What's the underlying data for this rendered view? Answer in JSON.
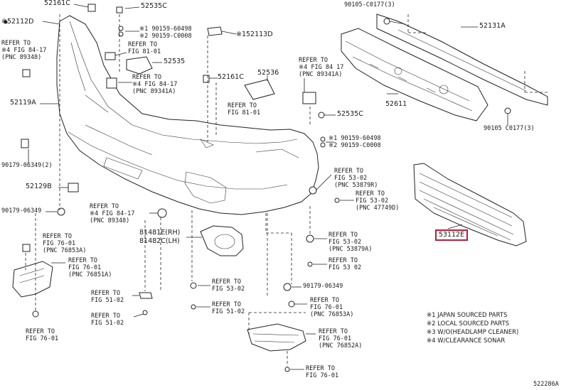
{
  "labels": {
    "p52161c_top": "52161C",
    "p52535c_top": "52535C",
    "p52112d": "※52112D",
    "p90159_a": "※1 90159-60498\n※2 90159-C0008",
    "p52113d": "※152113D",
    "ref_fig84_left": "REFER TO\n※4 FIG 84-17\n(PNC 89348)",
    "ref_fig81_top": "REFER TO\nFIG 81-01",
    "p52535": "52535",
    "ref_fig84_mid": "REFER TO\n※4 FIG 84-17\n(PNC 89341A)",
    "p52161c_mid": "52161C",
    "p52536": "52536",
    "ref_fig84_right": "REFER TO\n※4 FIG 84 17\n(PNC 89341A)",
    "p52119a": "52119A",
    "ref_fig81_mid": "REFER TO\nFIG 81-01",
    "p52535c_mid": "52535C",
    "p90159_b": "※1 90159-60498\n※2 90159-C0008",
    "p90179_2": "90179-06349(2)",
    "p52129b": "52129B",
    "ref_fig53_r": "REFER TO\nFIG 53-02\n(PNC 53879R)",
    "ref_fig53_47": "REFER TO\nFIG 53-02\n(PNC 47749D)",
    "p90179_left": "90179-06349",
    "ref_fig84_bottom": "REFER TO\n※4 FIG 84-17\n(PNC 89348)",
    "p81481e": "81481E(RH)\n81482C(LH)",
    "ref_fig76_a": "REFER TO\nFIG 76-01\n(PNC 76853A)",
    "ref_fig76_b": "REFER TO\nFIG 76-01\n(PNC 76851A)",
    "ref_fig53_a": "REFER TO\nFIG 53-02\n(PNC 53879A)",
    "ref_fig53_b": "REFER TO\nFIG 53 02",
    "ref_fig51_a": "REFER TO\nFIG 51-02",
    "ref_fig51_b": "REFER TO\nFIG 51-02",
    "ref_fig53_c": "REFER TO\nFIG 53-02",
    "ref_fig51_c": "REFER TO\nFIG 51-02",
    "p90179_mid": "90179-06349",
    "ref_fig76_c": "REFER TO\nFIG 76-01\n(PNC 76853A)",
    "ref_fig76_left": "REFER TO\nFIG 76-01",
    "ref_fig76_d": "REFER TO\nFIG 76-01\n(PNC 76852A)",
    "ref_fig76_bottom": "REFER TO\nFIG 76-01",
    "p90105_top": "90105-C0177(3)",
    "p52131a": "52131A",
    "p52611": "52611",
    "p90105_bottom": "90105 C0177(3)",
    "p53112e": "53112E",
    "drawing_id": "522286A"
  },
  "legend": [
    "※1 JAPAN SOURCED PARTS",
    "※2 LOCAL SOURCED PARTS",
    "※3 W/O(HEADLAMP CLEANER)",
    "※4 W/CLEARANCE SONAR"
  ],
  "colors": {
    "highlight": "#b0203a",
    "ink": "#222222"
  }
}
